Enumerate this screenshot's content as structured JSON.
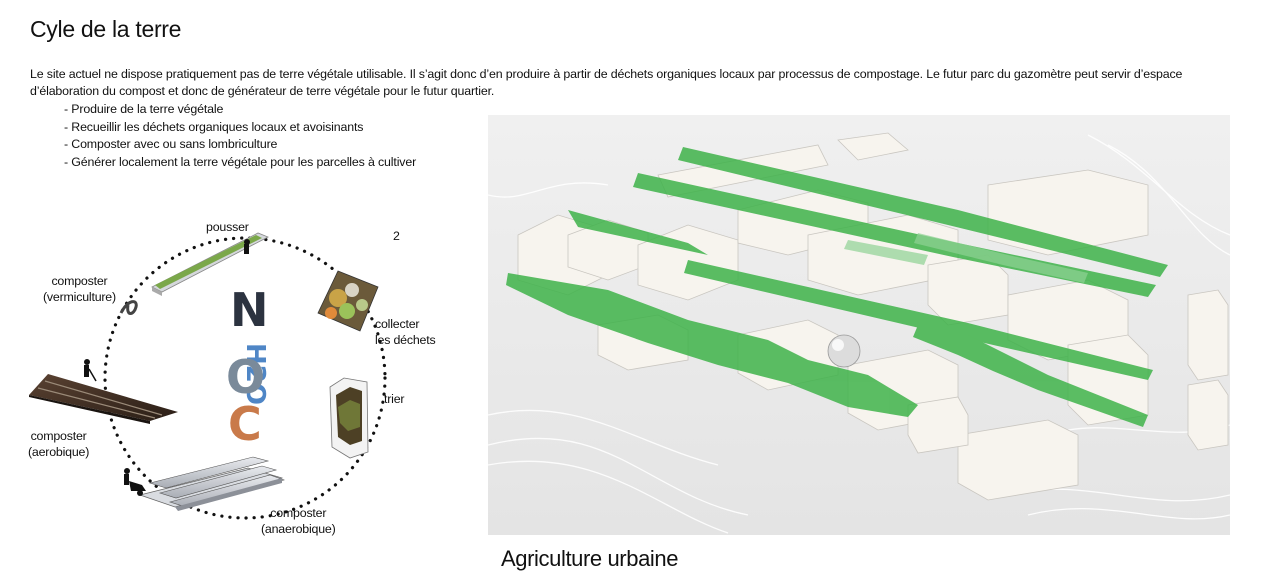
{
  "title": "Cyle de la terre",
  "intro": "Le site actuel ne dispose pratiquement pas de terre végétale utilisable. Il s’agit donc d’en produire à partir de déchets organiques locaux par processus de compostage. Le futur parc du gazomètre peut servir d’espace d’élaboration du compost et donc de générateur de terre végétale pour le futur quartier.",
  "bullets": [
    "- Produire de la terre végétale",
    "- Recueillir les déchets organiques locaux et avoisinants",
    "- Composter avec ou sans lombriculture",
    "- Générer localement la terre végétale pour les parcelles à cultiver"
  ],
  "cycle": {
    "pousser": "pousser",
    "number": "2",
    "collecter_1": "collecter",
    "collecter_2": "les déchets",
    "trier": "trier",
    "vermi_1": "composter",
    "vermi_2": "(vermiculture)",
    "aero_1": "composter",
    "aero_2": "(aerobique)",
    "anaero_1": "composter",
    "anaero_2": "(anaerobique)",
    "logo_letters": [
      "N",
      "H2O",
      "O",
      "C"
    ]
  },
  "caption": "Agriculture urbaine",
  "colors": {
    "green": "#3fb34a",
    "logo_dark": "#2c3340",
    "logo_blue": "#4f86c6"
  }
}
